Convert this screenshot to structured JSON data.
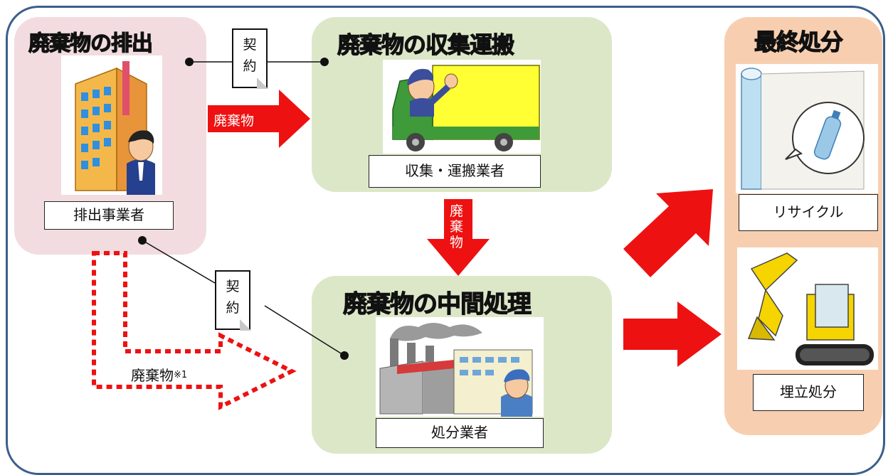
{
  "sections": {
    "emit": {
      "title": "廃棄物の排出",
      "label": "排出事業者"
    },
    "collect": {
      "title": "廃棄物の収集運搬",
      "label": "収集・運搬業者"
    },
    "treat": {
      "title": "廃棄物の中間処理",
      "label": "処分業者"
    },
    "final": {
      "title": "最終処分",
      "recycle_label": "リサイクル",
      "landfill_label": "埋立処分"
    }
  },
  "contracts": {
    "char1": "契",
    "char2": "約"
  },
  "arrows": {
    "waste": "廃棄物",
    "waste_v1": "廃",
    "waste_v2": "棄",
    "waste_v3": "物",
    "direct_waste": "廃棄物",
    "direct_note": "※1"
  },
  "colors": {
    "frame": "#3b5f8a",
    "emit_panel": "#f2dcdf",
    "process_panel": "#dce7c8",
    "final_panel": "#f7cfb0",
    "arrow": "#ee1111",
    "truck": "#3f9a3a",
    "truck_cargo": "#ffff33"
  },
  "icons": [
    "building-icon",
    "worker-icon",
    "truck-icon",
    "driver-icon",
    "factory-icon",
    "paper-roll-icon",
    "pet-bottle-icon",
    "excavator-icon"
  ]
}
